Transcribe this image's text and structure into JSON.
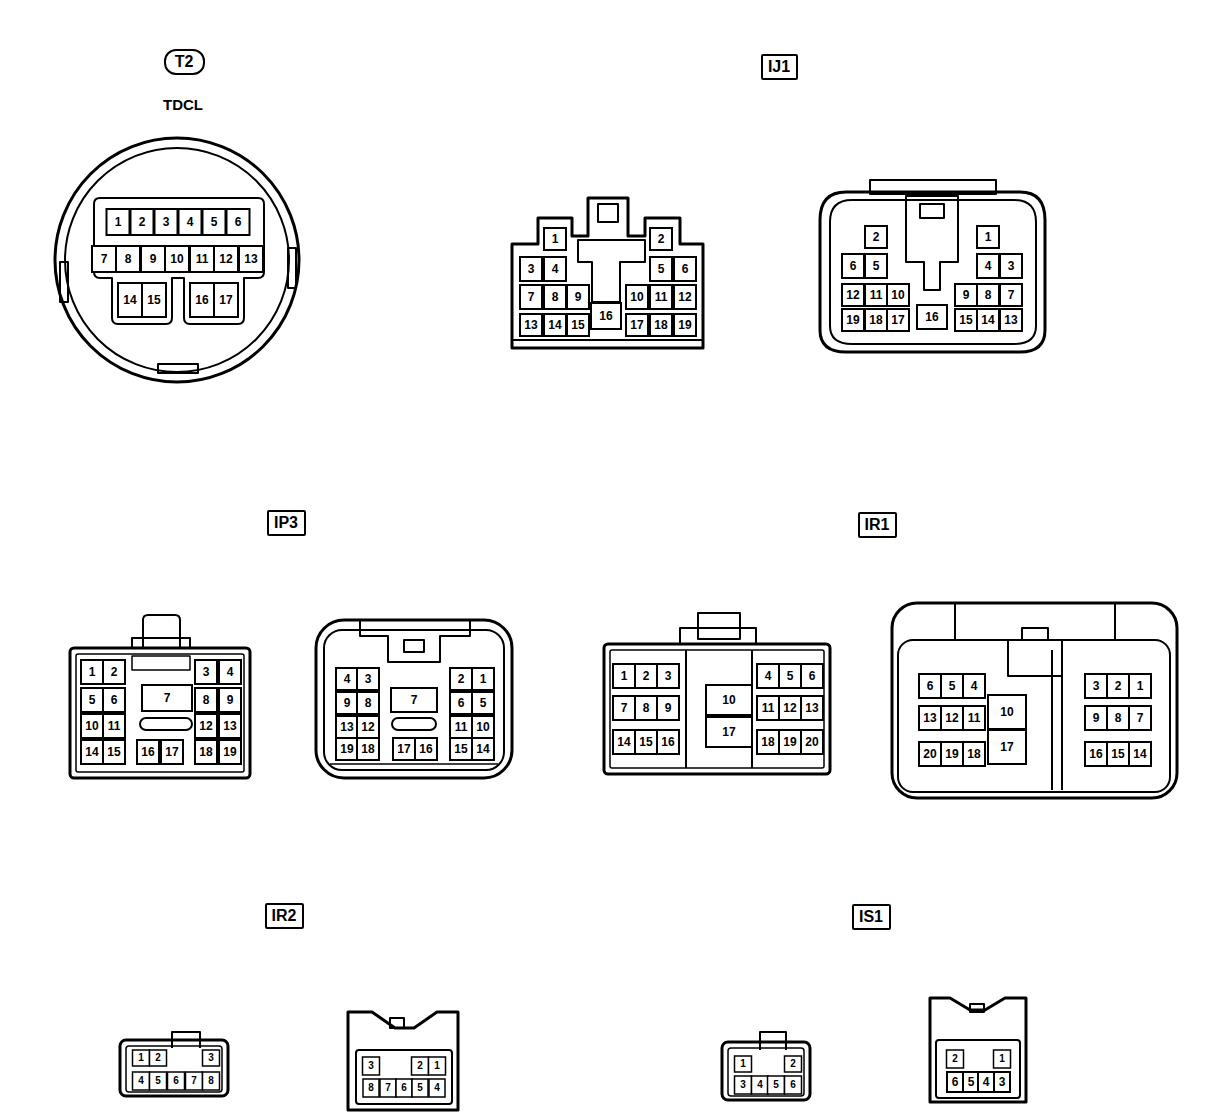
{
  "diagram": {
    "nodes": [
      {
        "text": [
          "T2"
        ]
      },
      {
        "text": [
          "IJ1"
        ]
      },
      {
        "text": [
          "IP3"
        ]
      },
      {
        "text": [
          "IR1"
        ]
      },
      {
        "text": [
          "IR2"
        ]
      },
      {
        "text": [
          "IS1"
        ]
      }
    ],
    "labels": [
      "TDCL",
      "1",
      "2",
      "3",
      "4",
      "5",
      "6",
      "7",
      "8",
      "9",
      "10",
      "11",
      "12",
      "13",
      "14",
      "15",
      "16",
      "17",
      "1",
      "2",
      "3",
      "4",
      "5",
      "6",
      "7",
      "8",
      "9",
      "10",
      "11",
      "12",
      "13",
      "14",
      "15",
      "16",
      "17",
      "18",
      "19",
      "2",
      "1",
      "6",
      "5",
      "4",
      "3",
      "12",
      "11",
      "10",
      "9",
      "8",
      "7",
      "19",
      "18",
      "17",
      "16",
      "15",
      "14",
      "13",
      "1",
      "2",
      "3",
      "4",
      "5",
      "6",
      "7",
      "8",
      "9",
      "10",
      "11",
      "12",
      "13",
      "14",
      "15",
      "16",
      "17",
      "18",
      "19",
      "4",
      "3",
      "2",
      "1",
      "9",
      "8",
      "7",
      "6",
      "5",
      "13",
      "12",
      "11",
      "10",
      "19",
      "18",
      "17",
      "16",
      "15",
      "14",
      "1",
      "2",
      "3",
      "4",
      "5",
      "6",
      "7",
      "8",
      "9",
      "10",
      "11",
      "12",
      "13",
      "14",
      "15",
      "16",
      "17",
      "18",
      "19",
      "20",
      "6",
      "5",
      "4",
      "3",
      "2",
      "1",
      "13",
      "12",
      "11",
      "10",
      "9",
      "8",
      "7",
      "20",
      "19",
      "18",
      "17",
      "16",
      "15",
      "14",
      "1",
      "2",
      "3",
      "4",
      "5",
      "6",
      "7",
      "8",
      "3",
      "2",
      "1",
      "8",
      "7",
      "6",
      "5",
      "4",
      "1",
      "2",
      "3",
      "4",
      "5",
      "6",
      "2",
      "1",
      "6",
      "5",
      "4",
      "3"
    ]
  }
}
